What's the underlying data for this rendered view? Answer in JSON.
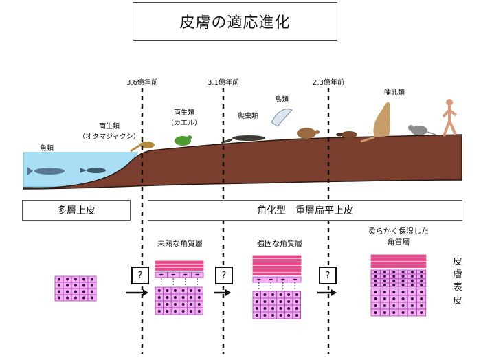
{
  "title": "皮膚の適応進化",
  "eras": [
    "3.6億年前",
    "3.1億年前",
    "2.3億年前"
  ],
  "animals": {
    "fish": "魚類",
    "amphibian_larva": [
      "両生類",
      "（オタマジャクシ）"
    ],
    "amphibian_adult": [
      "両生類",
      "（カエル）"
    ],
    "reptile": "爬虫類",
    "bird": "鳥類",
    "mammal": "哺乳類"
  },
  "epidermis_types": {
    "multilayer": "多層上皮",
    "keratinized": "角化型　重層扁平上皮"
  },
  "stages": {
    "immature": "未熟な角質層",
    "strong": "強固な角質層",
    "soft": [
      "柔らかく保湿した",
      "角質層"
    ]
  },
  "unknown_marker": "?",
  "side_label": [
    "皮",
    "膚",
    "表",
    "皮"
  ],
  "colors": {
    "water": "#a8dff5",
    "ground": "#7a3e2e",
    "ground_edge": "#2b1a12",
    "cell_fill": "#f1b0f0",
    "cell_border": "#b23cc0",
    "nucleus": "#3a0a4a",
    "keratin": "#e8488a"
  }
}
